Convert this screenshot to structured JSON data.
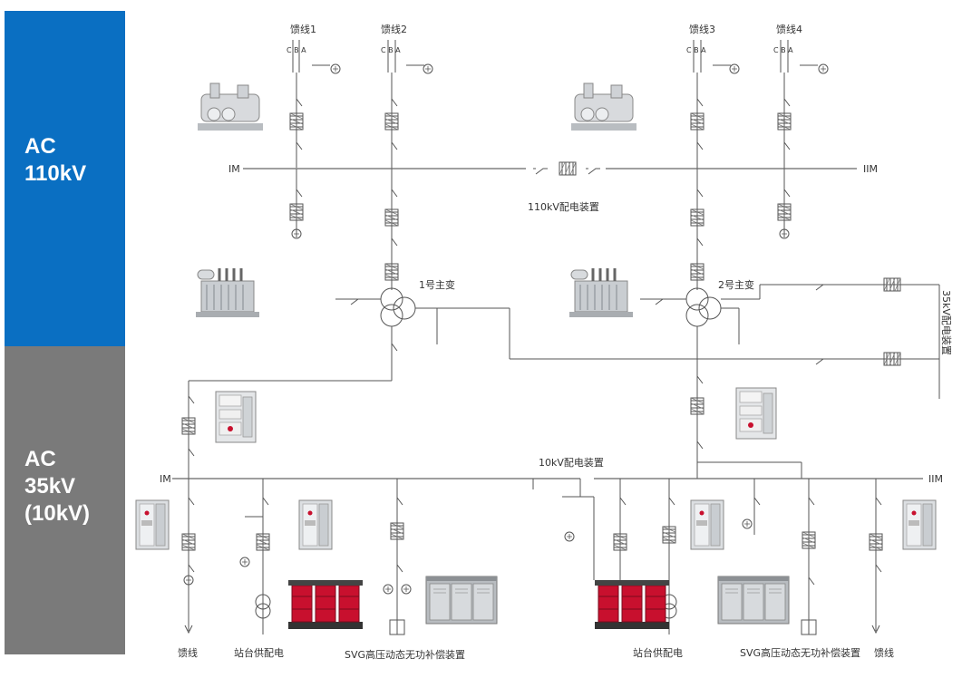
{
  "bands": {
    "ac110": {
      "line1": "AC",
      "line2": "110kV"
    },
    "ac35": {
      "line1": "AC",
      "line2": "35kV",
      "line3": "(10kV)"
    }
  },
  "feeders_110": [
    "馈线1",
    "馈线2",
    "馈线3",
    "馈线4"
  ],
  "phase_labels": "C B A",
  "bus_110": {
    "left": "IM",
    "right": "IIM",
    "label": "110kV配电装置"
  },
  "transformers": {
    "t1": "1号主变",
    "t2": "2号主变"
  },
  "side_35": "35kV配电装置",
  "bus_10": {
    "left": "IM",
    "right": "IIM",
    "label": "10kV配电装置"
  },
  "bottom_labels": {
    "feeder_left": "馈线",
    "station_left": "站台供配电",
    "svg_left": "SVG高压动态无功补偿装置",
    "station_right": "站台供配电",
    "svg_right": "SVG高压动态无功补偿装置",
    "feeder_right": "馈线"
  },
  "colors": {
    "blue_band": "#0a6fc2",
    "gray_band": "#7a7a7a",
    "line": "#555555",
    "red_equipment": "#c8102e"
  }
}
